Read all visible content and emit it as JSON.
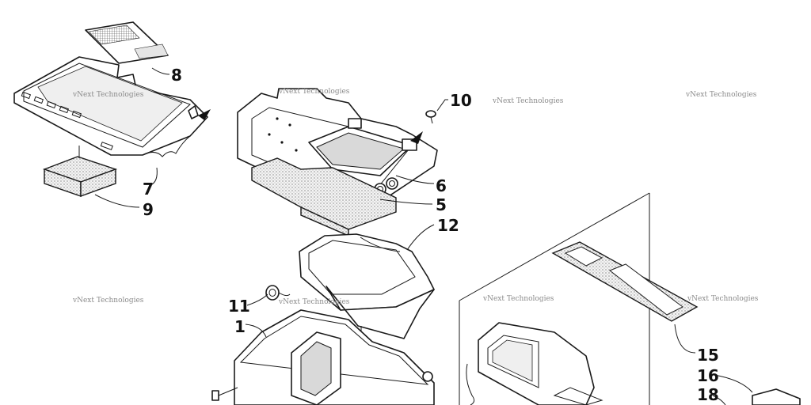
{
  "callouts": [
    {
      "id": "8",
      "text": "8"
    },
    {
      "id": "10",
      "text": "10"
    },
    {
      "id": "7",
      "text": "7"
    },
    {
      "id": "9",
      "text": "9"
    },
    {
      "id": "6",
      "text": "6"
    },
    {
      "id": "5",
      "text": "5"
    },
    {
      "id": "12",
      "text": "12"
    },
    {
      "id": "11",
      "text": "11"
    },
    {
      "id": "1",
      "text": "1"
    },
    {
      "id": "15",
      "text": "15"
    },
    {
      "id": "16",
      "text": "16"
    },
    {
      "id": "18",
      "text": "18"
    }
  ],
  "watermark": "vNext Technologies",
  "colors": {
    "ink": "#1a1a1a",
    "watermark": "#8a8a8a",
    "background": "#ffffff"
  }
}
